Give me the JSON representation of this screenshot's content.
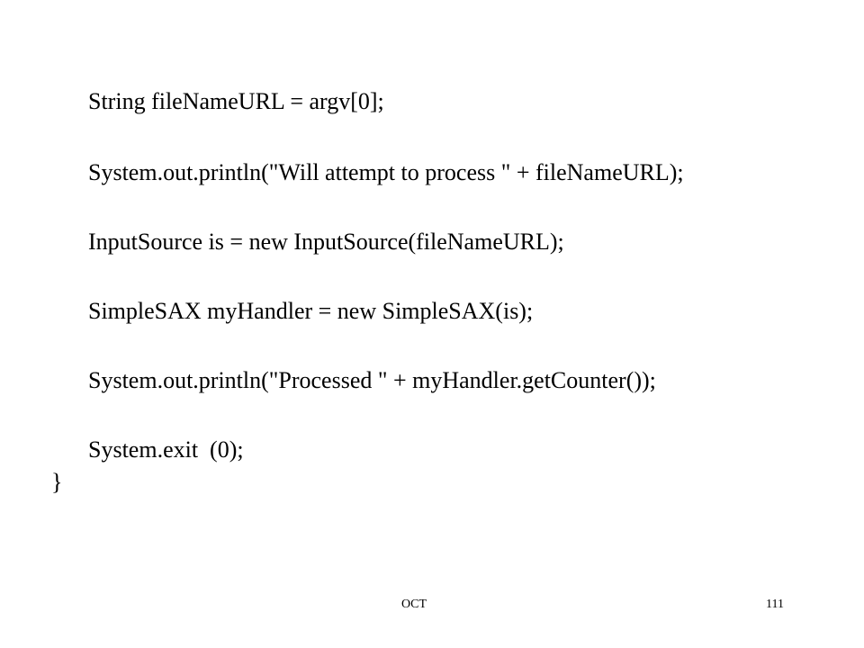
{
  "slide": {
    "code_lines": [
      "String fileNameURL = argv[0];",
      "System.out.println(\"Will attempt to process \" + fileNameURL);",
      "InputSource is = new InputSource(fileNameURL);",
      "SimpleSAX myHandler = new SimpleSAX(is);",
      "System.out.println(\"Processed \" + myHandler.getCounter());",
      "System.exit  (0);"
    ],
    "closing_brace": "}",
    "footer": {
      "center": "OCT",
      "page_number": "111"
    }
  }
}
